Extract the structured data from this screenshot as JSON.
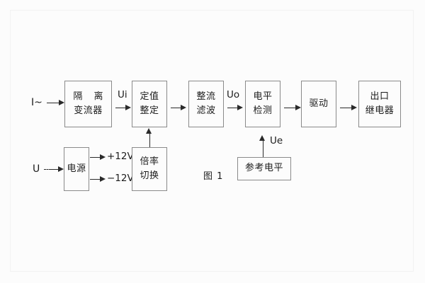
{
  "diagram": {
    "type": "block-diagram",
    "figure_caption": "图 1",
    "background_color": "#fcfcfc",
    "line_color": "#2a2a2a",
    "box_border_color": "#8a8a8a",
    "blocks": [
      {
        "id": "isolation-ct",
        "lines": [
          "隔 离",
          "变流器"
        ]
      },
      {
        "id": "setting-value",
        "lines": [
          "定值",
          "整定"
        ]
      },
      {
        "id": "rectify-filter",
        "lines": [
          "整流",
          "滤波"
        ]
      },
      {
        "id": "level-detect",
        "lines": [
          "电平",
          "检测"
        ]
      },
      {
        "id": "drive",
        "lines": [
          "驱动"
        ]
      },
      {
        "id": "output-relay",
        "lines": [
          "出口",
          "继电器"
        ]
      },
      {
        "id": "power-supply",
        "lines": [
          "电源"
        ]
      },
      {
        "id": "multiplier-switch",
        "lines": [
          "倍率",
          "切换"
        ]
      },
      {
        "id": "reference-level",
        "lines": [
          "参考电平"
        ]
      }
    ],
    "terminals": [
      {
        "id": "current-input",
        "label": "I~"
      },
      {
        "id": "voltage-input",
        "label": "U"
      }
    ],
    "signals": [
      {
        "id": "ui",
        "label": "Ui"
      },
      {
        "id": "uo",
        "label": "Uo"
      },
      {
        "id": "ue",
        "label": "Ue"
      }
    ],
    "power_rails": [
      {
        "id": "rail-positive",
        "label": "+12V"
      },
      {
        "id": "rail-negative",
        "label": "−12V"
      }
    ]
  }
}
